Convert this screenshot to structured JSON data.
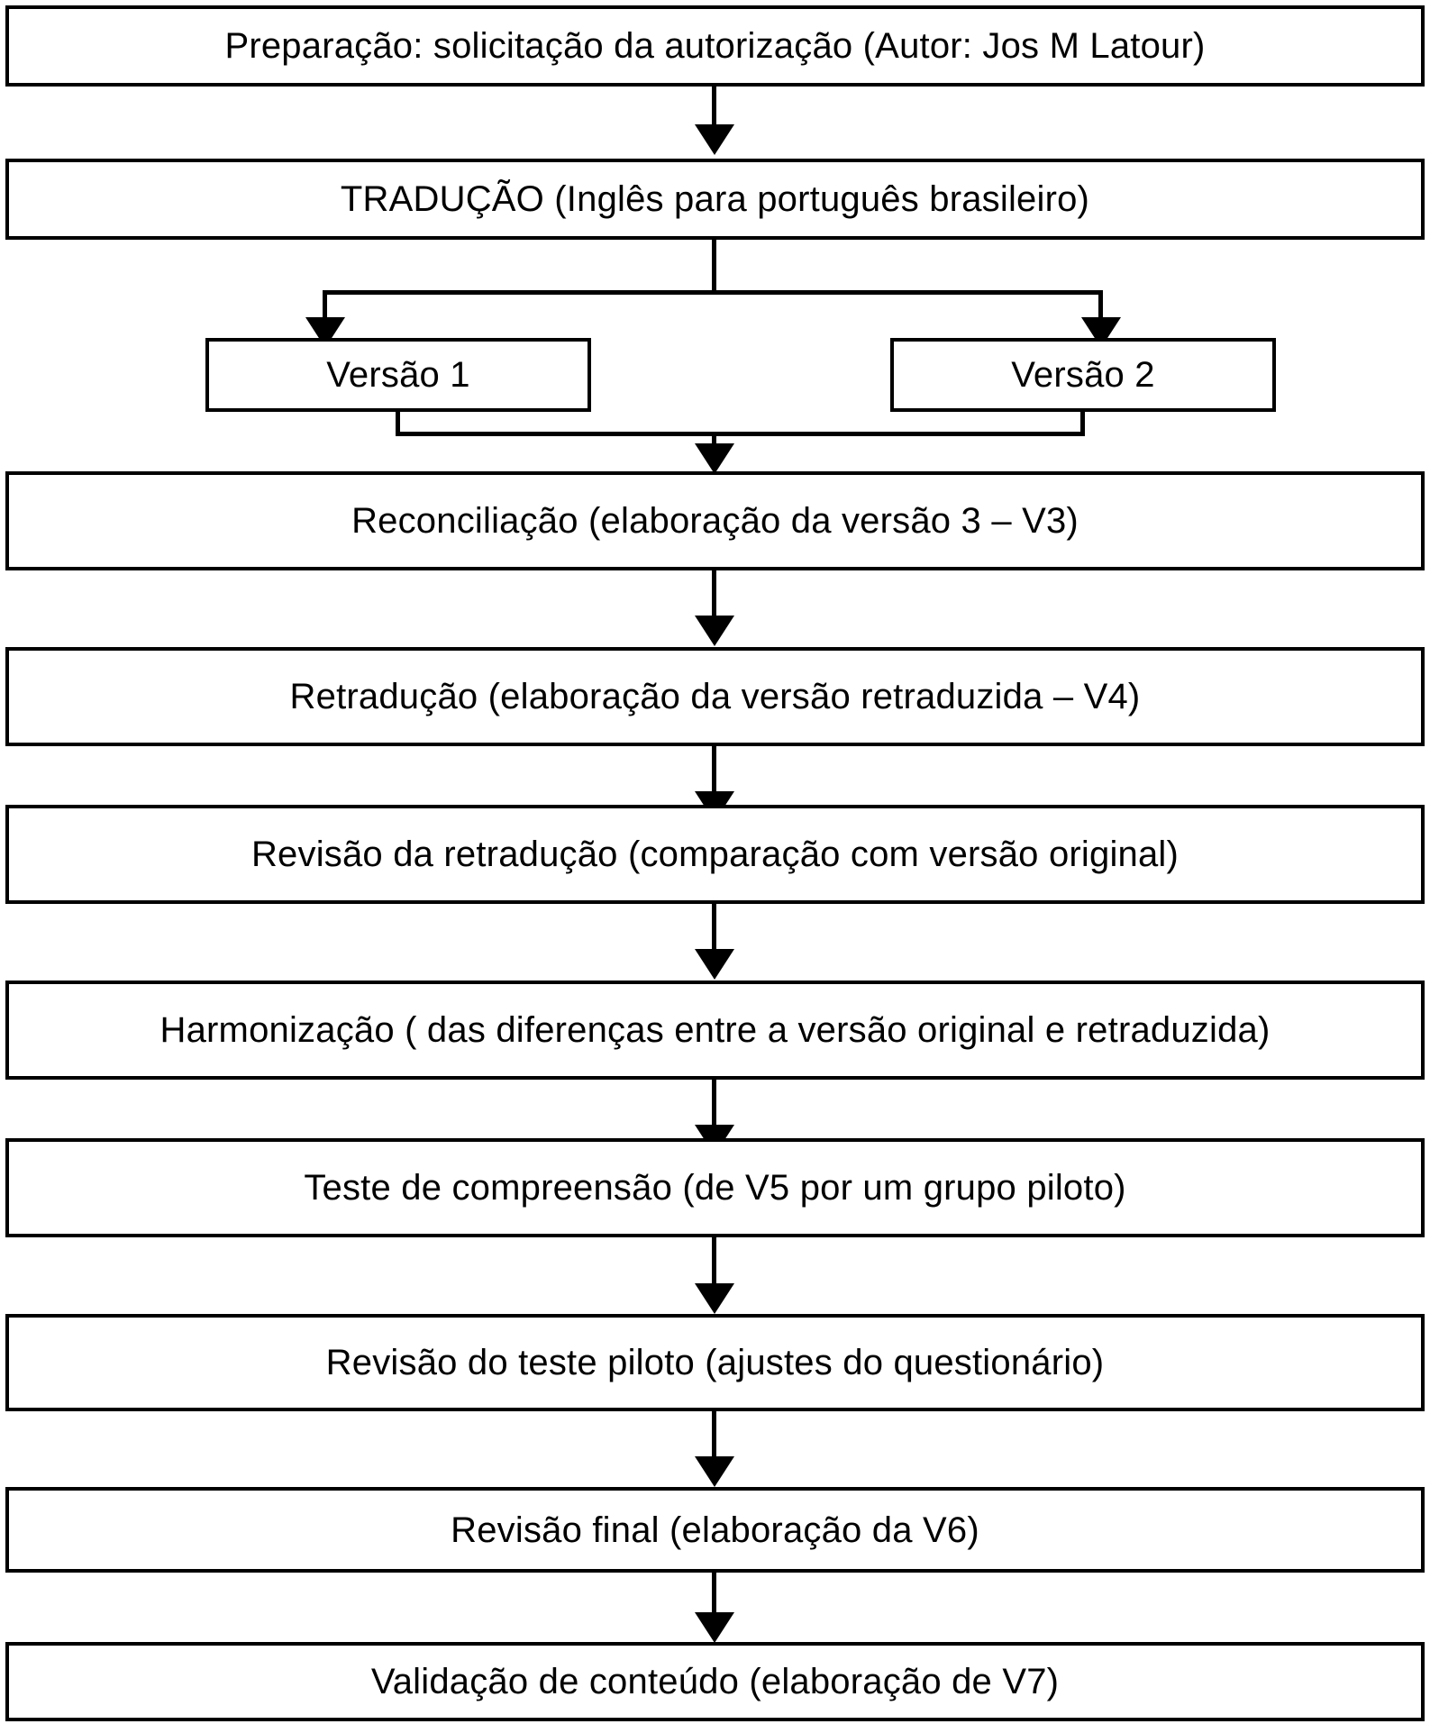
{
  "diagram": {
    "title": "Fluxograma do processo de traducao e adaptacao transcultural",
    "orientation": "vertical-top-to-bottom",
    "line_color": "#000000",
    "box_fill": "#ffffff",
    "box_border_color": "#000000",
    "nodes": [
      {
        "id": "preparacao",
        "label": "Preparação: solicitação da autorização (Autor: Jos M Latour)",
        "order": 1
      },
      {
        "id": "traducao",
        "label": "TRADUÇÃO (Inglês para português brasileiro)",
        "order": 2
      },
      {
        "id": "versao1",
        "label": "Versão 1",
        "order": 3
      },
      {
        "id": "versao2",
        "label": "Versão 2",
        "order": 3
      },
      {
        "id": "reconciliacao",
        "label": "Reconciliação (elaboração da versão 3 – V3)",
        "order": 4
      },
      {
        "id": "retraducao",
        "label": "Retradução (elaboração da versão retraduzida – V4)",
        "order": 5
      },
      {
        "id": "revisao-retraducao",
        "label": "Revisão da retradução (comparação com versão original)",
        "order": 6
      },
      {
        "id": "harmonizacao",
        "label": "Harmonização ( das diferenças entre a versão original e retraduzida)",
        "order": 7
      },
      {
        "id": "teste-compreensao",
        "label": "Teste de compreensão (de V5 por um grupo piloto)",
        "order": 8
      },
      {
        "id": "revisao-teste-piloto",
        "label": "Revisão do teste piloto (ajustes do questionário)",
        "order": 9
      },
      {
        "id": "revisao-final",
        "label": "Revisão final (elaboração da V6)",
        "order": 10
      },
      {
        "id": "validacao-conteudo",
        "label": "Validação de conteúdo (elaboração de V7)",
        "order": 11
      }
    ]
  }
}
